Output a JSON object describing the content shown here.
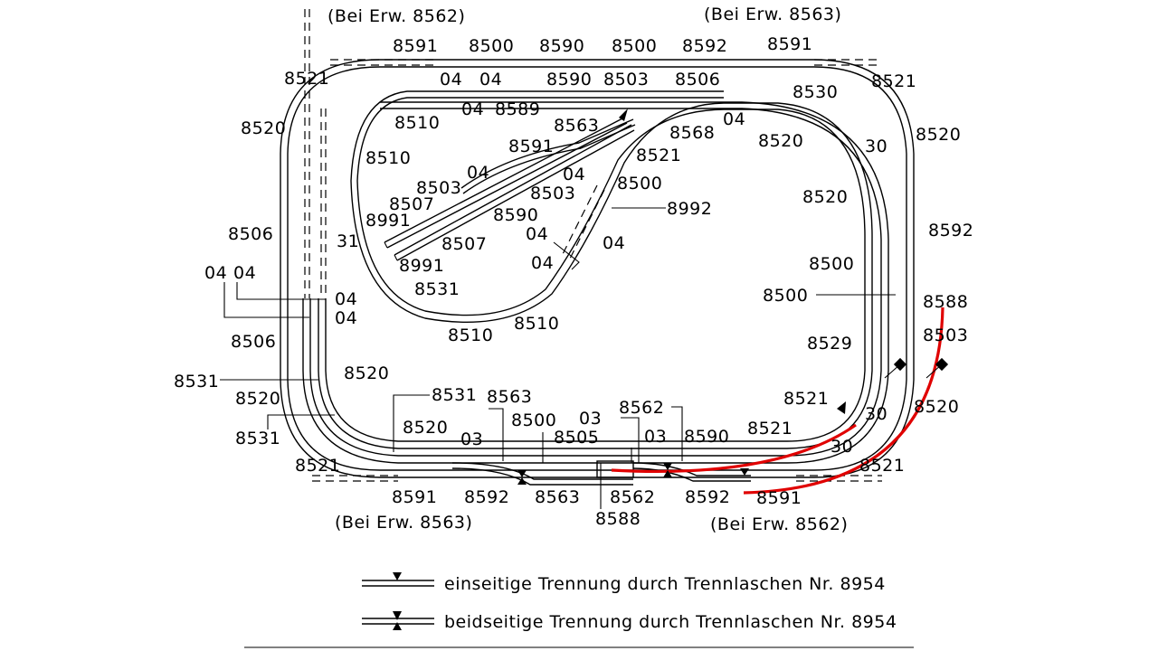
{
  "notes": {
    "top_left": "(Bei Erw. 8562)",
    "top_right": "(Bei Erw. 8563)",
    "bottom_left": "(Bei Erw. 8563)",
    "bottom_right": "(Bei Erw. 8562)"
  },
  "track_labels": {
    "outer_top": [
      "8591",
      "8500",
      "8590",
      "8500",
      "8592",
      "8591"
    ],
    "middle_top": [
      "04",
      "04",
      "8590",
      "8503",
      "8506"
    ],
    "left_side": [
      "8521",
      "8520",
      "8506",
      "04",
      "04",
      "8506",
      "8531",
      "8520",
      "8531",
      "8521"
    ],
    "right_side": [
      "8521",
      "8520",
      "8592",
      "8588",
      "8503",
      "8520",
      "8521"
    ],
    "inner_loop": [
      "04",
      "8589",
      "8510",
      "8510",
      "8563",
      "8591",
      "8568",
      "04",
      "8521",
      "04",
      "8503",
      "8507",
      "8991",
      "8503",
      "8500",
      "8590",
      "8992",
      "31",
      "04",
      "04",
      "04",
      "8507",
      "8991",
      "8531",
      "8510",
      "8510"
    ],
    "right_inner": [
      "8530",
      "8520",
      "30",
      "8520",
      "8500",
      "8500",
      "8529",
      "8521",
      "30",
      "30",
      "8521"
    ],
    "middle_left": [
      "04",
      "04",
      "8520",
      "8520"
    ],
    "bottom_inner": [
      "8531",
      "8563",
      "8520",
      "03",
      "8500",
      "8505",
      "03",
      "8562",
      "03",
      "8590"
    ],
    "outer_bottom": [
      "8591",
      "8592",
      "8563",
      "8562",
      "8588",
      "8592",
      "8591"
    ]
  },
  "legend": {
    "single": "einseitige Trennung durch Trennlaschen Nr. 8954",
    "double": "beidseitige Trennung durch Trennlaschen Nr. 8954"
  },
  "colors": {
    "track": "#000000",
    "highlight": "#e00000",
    "background": "#ffffff"
  }
}
